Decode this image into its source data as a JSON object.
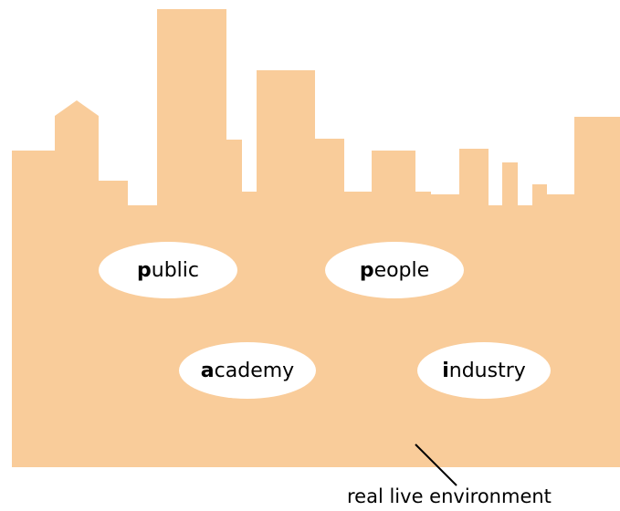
{
  "diagram": {
    "fill_color": "#f9cc9a",
    "bubbles": [
      {
        "initial": "p",
        "rest": "ublic"
      },
      {
        "initial": "p",
        "rest": "eople"
      },
      {
        "initial": "a",
        "rest": "cademy"
      },
      {
        "initial": "i",
        "rest": "ndustry"
      }
    ],
    "caption": "real live environment"
  }
}
